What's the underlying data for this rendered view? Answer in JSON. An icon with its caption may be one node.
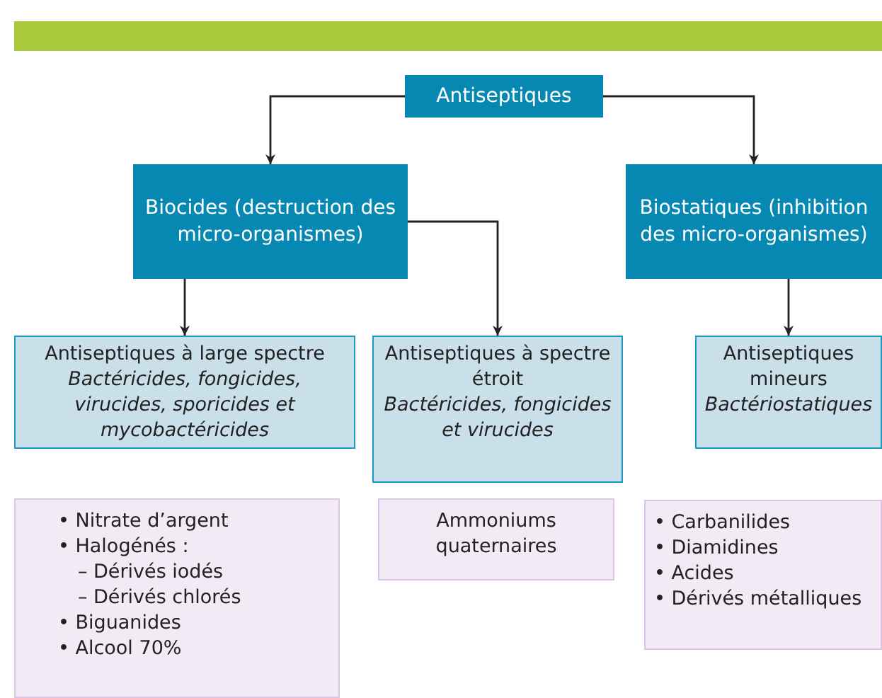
{
  "diagram": {
    "nodes": [
      {
        "text": [
          "Antiseptiques"
        ]
      },
      {
        "text": [
          "Biocides (destruction des micro-organismes)"
        ]
      },
      {
        "text": [
          "Biostatiques (inhibition des micro-organismes)"
        ]
      },
      {
        "text": [
          "Antiseptiques à large spectre",
          "Bactéricides, fongicides, virucides, sporicides et mycobactéricides"
        ]
      },
      {
        "text": [
          "Antiseptiques à spectre étroit",
          "Bactéricides, fongicides et virucides"
        ]
      },
      {
        "text": [
          "Antiseptiques mineurs",
          "Bactériostatiques"
        ]
      },
      {
        "text": [
          "• Nitrate d’argent",
          "• Halogénés :",
          "– Dérivés iodés",
          "– Dérivés chlorés",
          "• Biguanides",
          "• Alcool 70%"
        ]
      },
      {
        "text": [
          "Ammoniums quaternaires"
        ]
      },
      {
        "text": [
          "• Carbanilides",
          "• Diamidines",
          "• Acides",
          "• Dérivés métalliques"
        ]
      }
    ],
    "edges": [
      {
        "from": 0,
        "to": 1,
        "arrow": "to"
      },
      {
        "from": 0,
        "to": 2,
        "arrow": "to"
      },
      {
        "from": 1,
        "to": 3,
        "arrow": "to"
      },
      {
        "from": 1,
        "to": 4,
        "arrow": "to"
      },
      {
        "from": 2,
        "to": 5,
        "arrow": "to"
      }
    ]
  }
}
